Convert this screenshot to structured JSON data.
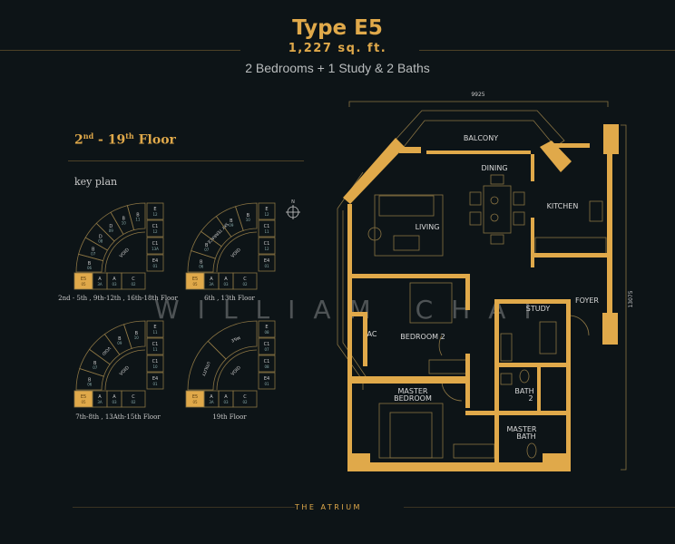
{
  "header": {
    "title": "Type E5",
    "area": "1,227 sq. ft.",
    "rooms": "2 Bedrooms + 1 Study & 2 Baths"
  },
  "floor_range": {
    "from": "2",
    "from_sup": "nd",
    "sep": " - ",
    "to": "19",
    "to_sup": "th",
    "suffix": " Floor"
  },
  "key_plan_label": "key plan",
  "compass": "N",
  "key_plans": [
    {
      "caption": "2nd - 5th , 9th-12th , 16th-18th Floor",
      "arc": [
        [
          "B",
          "06"
        ],
        [
          "B",
          "07"
        ],
        [
          "D",
          "08"
        ],
        [
          "D",
          "09"
        ],
        [
          "B",
          "10"
        ],
        [
          "B",
          "11"
        ]
      ],
      "column": [
        [
          "E",
          "12"
        ],
        [
          "C1",
          "12"
        ],
        [
          "C1",
          "13A"
        ],
        [
          "E4",
          "01"
        ]
      ],
      "bottom": [
        [
          "E5",
          "05"
        ],
        [
          "A",
          "3A"
        ],
        [
          "A",
          "03"
        ],
        [
          "C",
          "02"
        ]
      ],
      "void": "VOID"
    },
    {
      "caption": "6th , 13th Floor",
      "arc": [
        [
          "B",
          "06"
        ],
        [
          "B",
          "07"
        ],
        [
          "SKY TERRACE",
          ""
        ],
        [
          "B",
          "09"
        ],
        [
          "B",
          "10"
        ]
      ],
      "column": [
        [
          "E",
          "12"
        ],
        [
          "C1",
          "11"
        ],
        [
          "C1",
          "12"
        ],
        [
          "E4",
          "01"
        ]
      ],
      "bottom": [
        [
          "E5",
          "05"
        ],
        [
          "A",
          "3A"
        ],
        [
          "A",
          "03"
        ],
        [
          "C",
          "02"
        ]
      ],
      "void": "VOID"
    },
    {
      "caption": "7th-8th , 13Ath-15th Floor",
      "arc": [
        [
          "B",
          "06"
        ],
        [
          "B",
          "07"
        ],
        [
          "VOID",
          ""
        ],
        [
          "B",
          "09"
        ],
        [
          "B",
          "10"
        ]
      ],
      "column": [
        [
          "E",
          "11"
        ],
        [
          "C1",
          "11"
        ],
        [
          "C1",
          "10"
        ],
        [
          "E4",
          "01"
        ]
      ],
      "bottom": [
        [
          "E5",
          "05"
        ],
        [
          "A",
          "3A"
        ],
        [
          "A",
          "03"
        ],
        [
          "C",
          "02"
        ]
      ],
      "void": "VOID"
    },
    {
      "caption": "19th Floor",
      "arc": [
        [
          "UTILITY",
          ""
        ],
        [
          "M&E",
          ""
        ]
      ],
      "column": [
        [
          "E",
          "08"
        ],
        [
          "C1",
          "07"
        ],
        [
          "C1",
          "08"
        ],
        [
          "E4",
          "01"
        ]
      ],
      "bottom": [
        [
          "E5",
          "05"
        ],
        [
          "A",
          "3A"
        ],
        [
          "A",
          "03"
        ],
        [
          "C",
          "02"
        ]
      ],
      "void": "VOID"
    }
  ],
  "plan": {
    "dim_width": "9925",
    "dim_depth": "13075",
    "labels": {
      "balcony": "BALCONY",
      "dining": "DINING",
      "kitchen": "KITCHEN",
      "living": "LIVING",
      "foyer": "FOYER",
      "study": "STUDY",
      "ac": "AC",
      "bedroom2": "BEDROOM 2",
      "master_bedroom_1": "MASTER",
      "master_bedroom_2": "BEDROOM",
      "bath2_1": "BATH",
      "bath2_2": "2",
      "master_bath_1": "MASTER",
      "master_bath_2": "BATH"
    }
  },
  "watermark": "WILLIAM CHAI",
  "footer": "THE ATRIUM",
  "colors": {
    "background": "#0d1417",
    "gold": "#e0a94a",
    "line": "#8a7443"
  }
}
